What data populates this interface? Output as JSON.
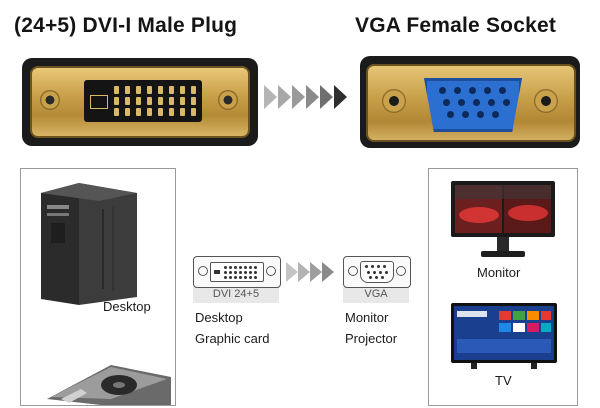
{
  "header": {
    "left_title": "(24+5) DVI-I Male Plug",
    "right_title": "VGA  Female Socket"
  },
  "left_panel": {
    "desktop_label": "Desktop"
  },
  "middle": {
    "dvi_label": "DVI 24+5",
    "vga_label": "VGA",
    "source_line1": "Desktop",
    "source_line2": "Graphic card",
    "target_line1": "Monitor",
    "target_line2": "Projector"
  },
  "right_panel": {
    "monitor_label": "Monitor",
    "tv_label": "TV"
  },
  "icons": [
    "dvi-plug-icon",
    "vga-socket-icon",
    "arrow-chevrons-icon",
    "desktop-tower-icon",
    "graphics-card-icon",
    "monitor-icon",
    "tv-icon"
  ],
  "colors": {
    "gold": "#c9a04a",
    "vga_blue": "#2b6fd0",
    "arrow_gray": "#777777"
  }
}
